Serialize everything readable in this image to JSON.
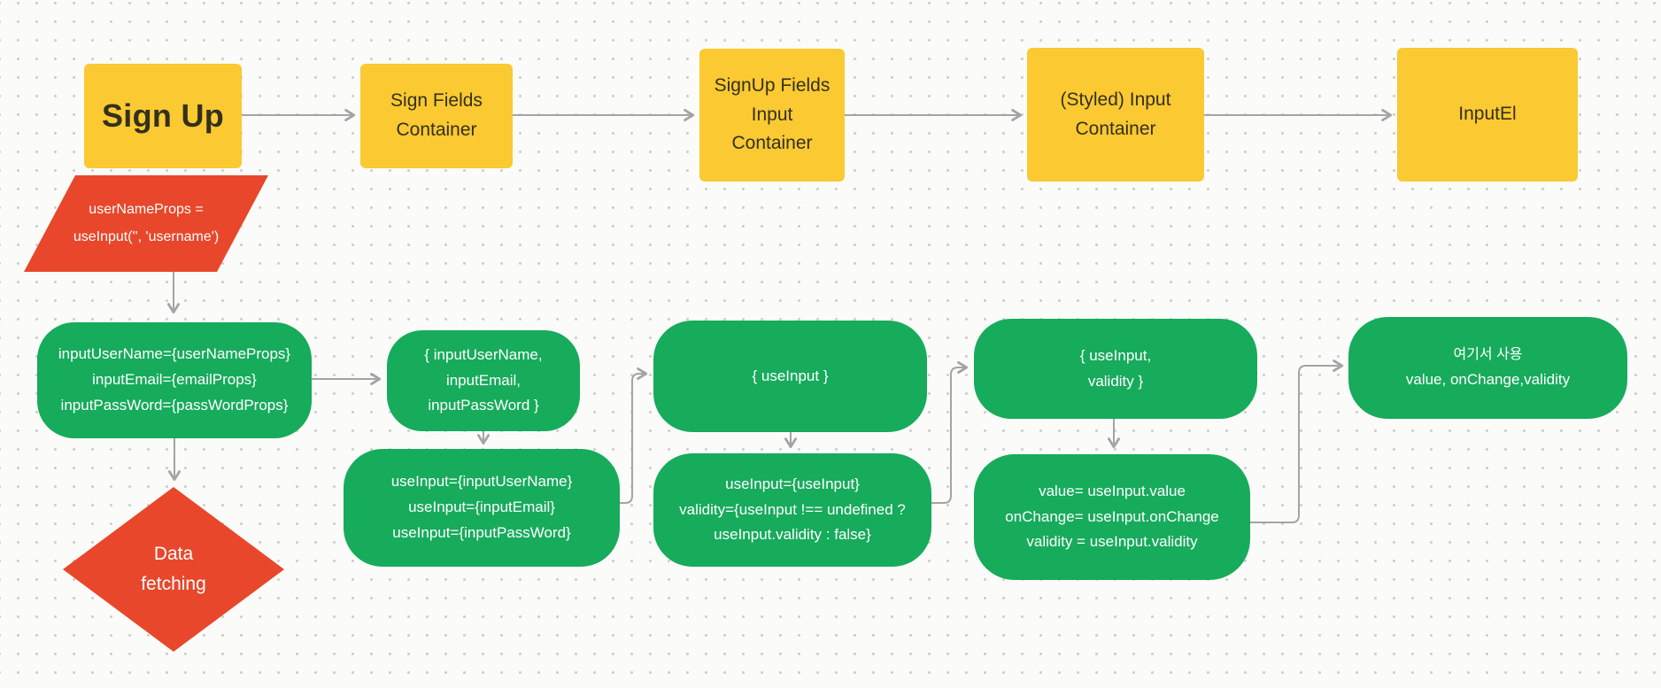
{
  "app": {
    "type": "whiteboard-flowchart",
    "background": "dotted-grid"
  },
  "colors": {
    "canvas_background": "#FBFBF9",
    "grid_dot": "#CDCDCB",
    "component_yellow": "#FBC931",
    "component_text_dark": "#33301D",
    "accent_red": "#E8472B",
    "accent_green": "#17AB5C",
    "connector_gray": "#A4A4A4",
    "node_text_white": "#FFFFFF"
  },
  "top_row": {
    "sign_up": {
      "label": "Sign Up"
    },
    "sign_fields_container": {
      "lines": [
        "Sign Fields",
        "Container"
      ]
    },
    "signup_fields_input_container": {
      "lines": [
        "SignUp Fields",
        "Input",
        "Container"
      ]
    },
    "styled_input_container": {
      "lines": [
        "(Styled) Input",
        "Container"
      ]
    },
    "input_el": {
      "label": "InputEl"
    }
  },
  "flow": {
    "username_props": {
      "lines": [
        "userNameProps =",
        "useInput('', 'username')"
      ]
    },
    "input_props": {
      "lines": [
        "inputUserName={userNameProps}",
        "inputEmail={emailProps}",
        "inputPassWord={passWordProps}"
      ]
    },
    "data_fetching": {
      "lines": [
        "Data",
        "fetching"
      ]
    },
    "fields_destructure": {
      "lines": [
        "{ inputUserName,",
        "inputEmail,",
        "inputPassWord }"
      ]
    },
    "use_input_assign": {
      "lines": [
        "useInput={inputUserName}",
        "useInput={inputEmail}",
        "useInput={inputPassWord}"
      ]
    },
    "use_input_destructure": {
      "label": "{ useInput }"
    },
    "validity_assign": {
      "lines": [
        "useInput={useInput}",
        "validity={useInput !== undefined ?",
        "useInput.validity : false}"
      ]
    },
    "use_input_validity_destructure": {
      "lines": [
        "{ useInput,",
        "validity }"
      ]
    },
    "value_onchange_assign": {
      "lines": [
        "value= useInput.value",
        "onChange= useInput.onChange",
        "validity = useInput.validity"
      ]
    },
    "used_here": {
      "lines": [
        "여기서 사용",
        "value, onChange,validity"
      ]
    }
  }
}
